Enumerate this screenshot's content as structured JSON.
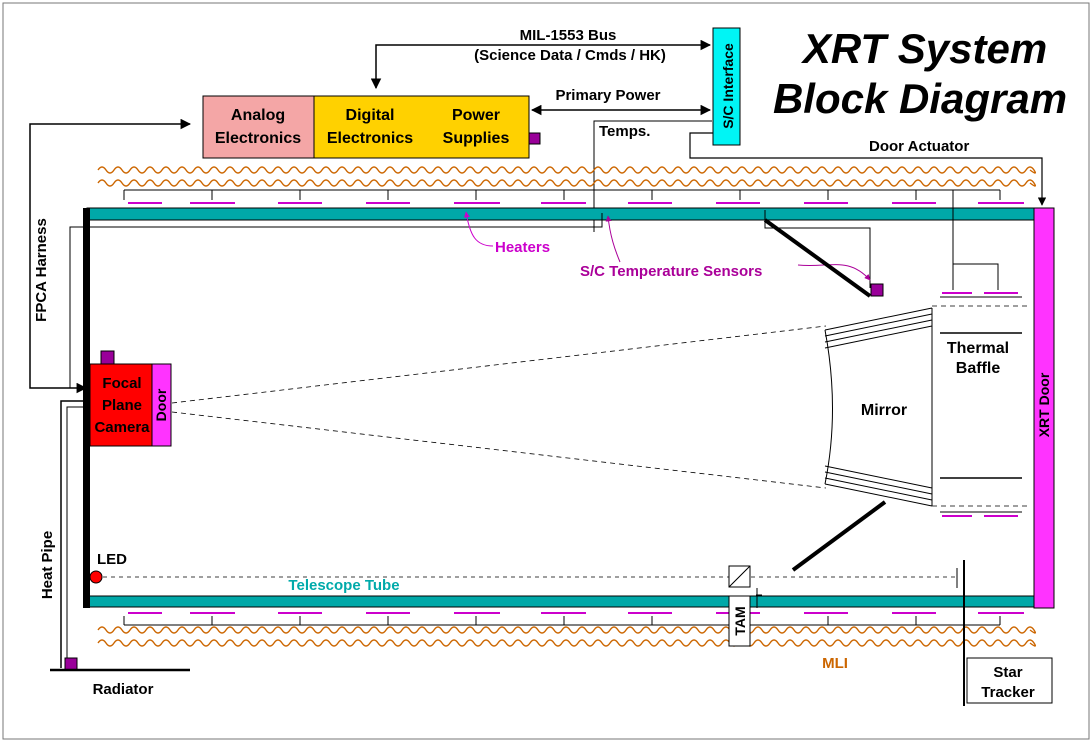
{
  "title": {
    "line1": "XRT System",
    "line2": "Block Diagram"
  },
  "bus": {
    "label": "MIL-1553 Bus",
    "sublabel": "(Science Data / Cmds / HK)"
  },
  "blocks": {
    "analog": {
      "line1": "Analog",
      "line2": "Electronics",
      "color": "#F4A6A6"
    },
    "digital": {
      "line1": "Digital",
      "line2": "Electronics",
      "color": "#FFD100"
    },
    "power": {
      "line1": "Power",
      "line2": "Supplies",
      "color": "#FFD100"
    },
    "sc_interface": {
      "label": "S/C Interface",
      "color": "#00F5F5"
    },
    "camera": {
      "line1": "Focal",
      "line2": "Plane",
      "line3": "Camera",
      "color": "#FF0000"
    },
    "camera_door": {
      "label": "Door",
      "color": "#FF33FF"
    },
    "xrt_door": {
      "label": "XRT Door",
      "color": "#FF33FF"
    },
    "tam": {
      "label": "TAM"
    },
    "star_tracker": {
      "line1": "Star",
      "line2": "Tracker"
    }
  },
  "labels": {
    "primary_power": "Primary Power",
    "temps": "Temps.",
    "door_actuator": "Door Actuator",
    "fpca_harness": "FPCA Harness",
    "heaters": "Heaters",
    "temp_sensors": "S/C Temperature Sensors",
    "thermal_baffle_1": "Thermal",
    "thermal_baffle_2": "Baffle",
    "mirror": "Mirror",
    "led": "LED",
    "telescope_tube": "Telescope Tube",
    "heat_pipe": "Heat Pipe",
    "radiator": "Radiator",
    "mli": "MLI"
  },
  "colors": {
    "tube": "#00A8A8",
    "heater": "#CC00CC",
    "sensor": "#AA0099",
    "mli": "#CC6600",
    "telescope_label": "#00AAAA"
  }
}
